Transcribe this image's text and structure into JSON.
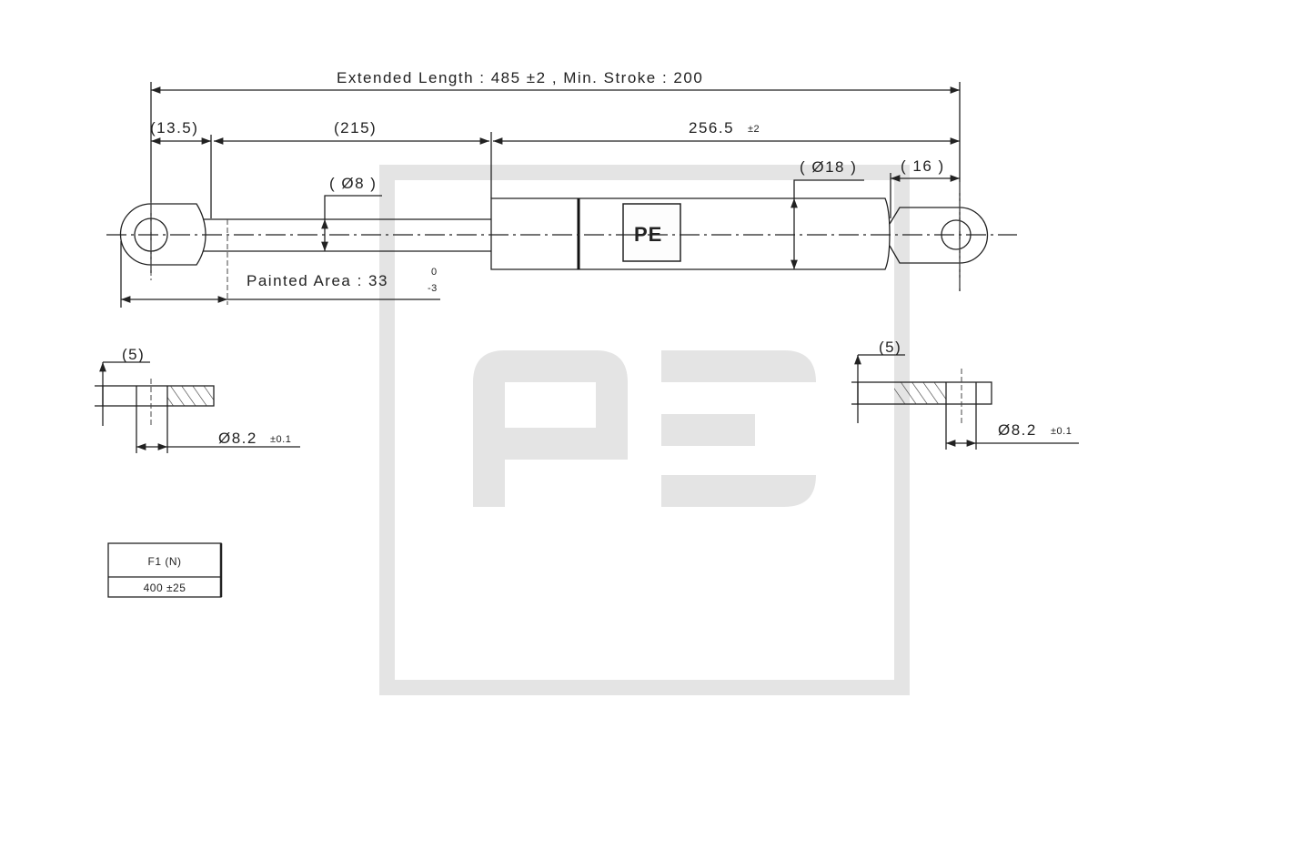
{
  "drawing": {
    "extended_length_label": "Extended Length : 485 ±2 ,  Min. Stroke : 200",
    "dim_eye_left": "(13.5)",
    "dim_rod_length": "(215)",
    "dim_body_length": "256.5",
    "dim_body_tolerance": "±2",
    "dim_rod_diameter": "( Ø8 )",
    "dim_body_diameter": "( Ø18 )",
    "dim_eye_right": "( 16 )",
    "painted_area_label": "Painted Area : 33",
    "painted_area_tol_upper": "0",
    "painted_area_tol_lower": "-3",
    "logo_text": "PE",
    "left_section": {
      "thickness": "(5)",
      "hole_diameter": "Ø8.2",
      "hole_tolerance": "±0.1"
    },
    "right_section": {
      "thickness": "(5)",
      "hole_diameter": "Ø8.2",
      "hole_tolerance": "±0.1"
    },
    "force_table": {
      "header": "F1 (N)",
      "value": "400 ±25"
    }
  },
  "colors": {
    "line": "#222222",
    "watermark": "#e4e4e4"
  }
}
